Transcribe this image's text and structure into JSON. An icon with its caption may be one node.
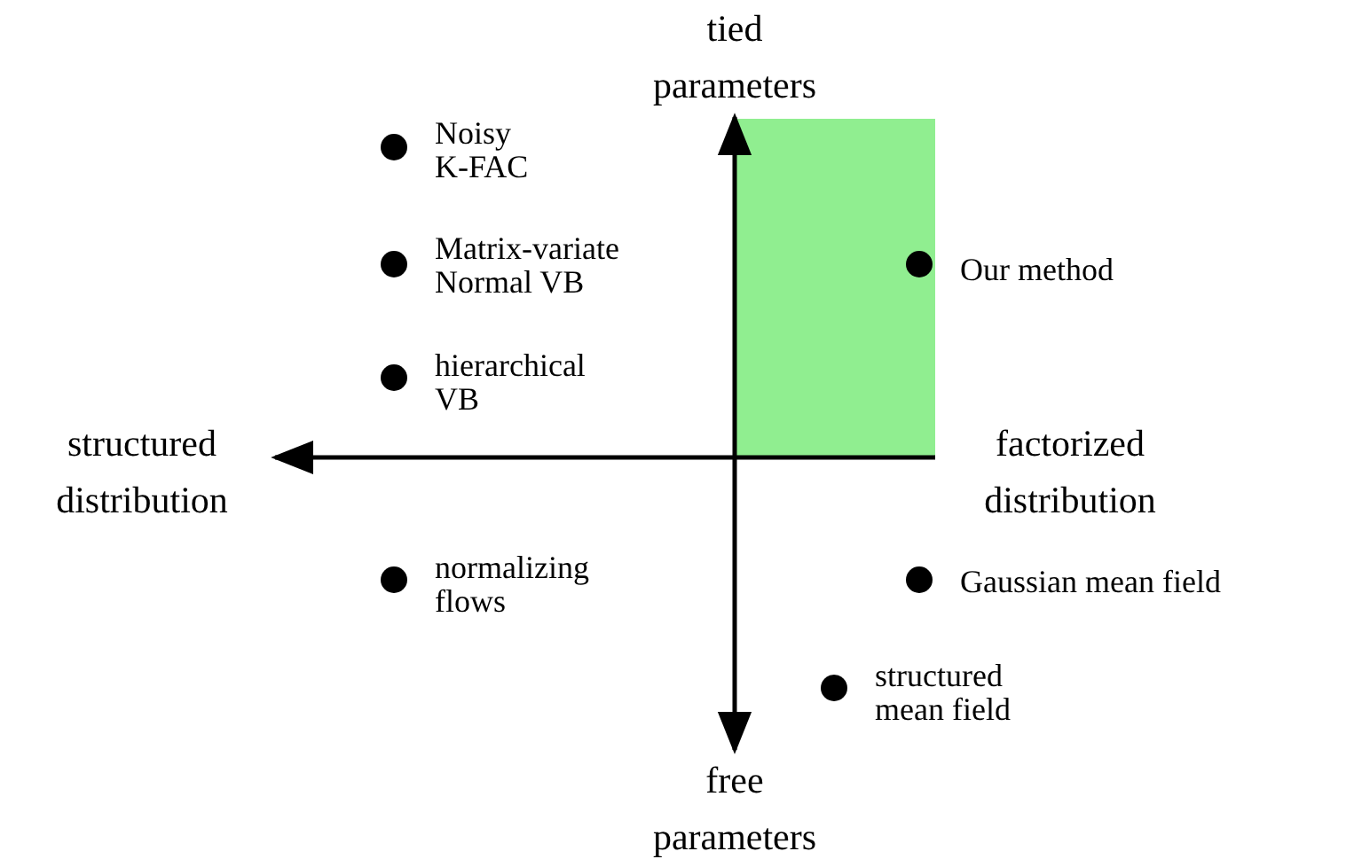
{
  "diagram": {
    "labels": [
      "tied parameters",
      "Noisy K-FAC",
      "Matrix-variate Normal VB",
      "Our method",
      "hierarchical VB",
      "structured distribution",
      "factorized distribution",
      "normalizing flows",
      "Gaussian mean field",
      "structured mean field",
      "free parameters"
    ]
  }
}
